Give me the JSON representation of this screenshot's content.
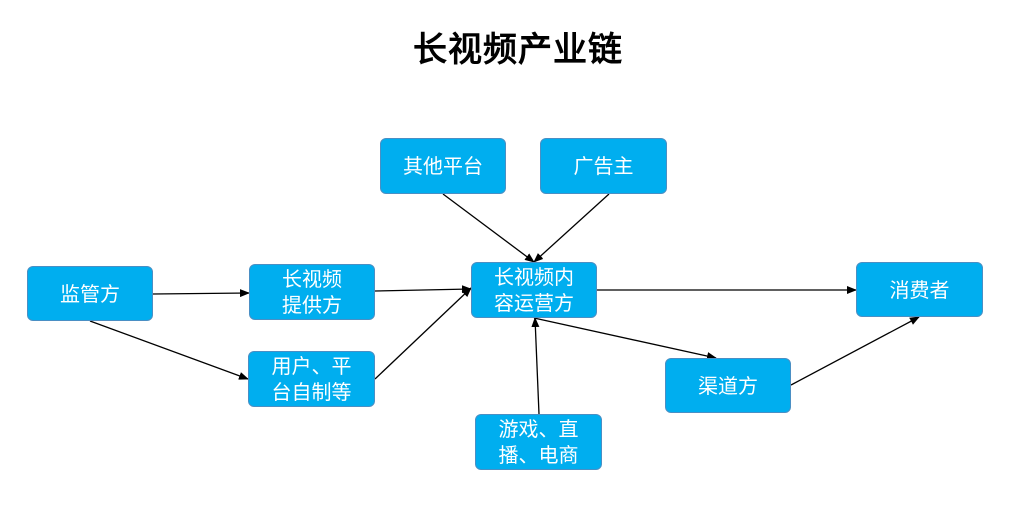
{
  "title": "长视频产业链",
  "colors": {
    "node_fill": "#00aeef",
    "node_border": "#4a8fc4",
    "node_text": "#ffffff",
    "edge": "#000000",
    "title_text": "#000000"
  },
  "nodes": {
    "qita": {
      "lines": [
        "其他平台"
      ]
    },
    "guanggao": {
      "lines": [
        "广告主"
      ]
    },
    "jianguan": {
      "lines": [
        "监管方"
      ]
    },
    "tigong": {
      "lines": [
        "长视频",
        "提供方"
      ]
    },
    "yunying": {
      "lines": [
        "长视频内",
        "容运营方"
      ]
    },
    "xiaofei": {
      "lines": [
        "消费者"
      ]
    },
    "yonghu": {
      "lines": [
        "用户、平",
        "台自制等"
      ]
    },
    "qudao": {
      "lines": [
        "渠道方"
      ]
    },
    "youxi": {
      "lines": [
        "游戏、直",
        "播、电商"
      ]
    }
  },
  "edges": [
    {
      "from": "jianguan",
      "to": "tigong"
    },
    {
      "from": "jianguan",
      "to": "yonghu"
    },
    {
      "from": "tigong",
      "to": "yunying"
    },
    {
      "from": "yonghu",
      "to": "yunying"
    },
    {
      "from": "qita",
      "to": "yunying"
    },
    {
      "from": "guanggao",
      "to": "yunying"
    },
    {
      "from": "youxi",
      "to": "yunying"
    },
    {
      "from": "yunying",
      "to": "xiaofei"
    },
    {
      "from": "yunying",
      "to": "qudao"
    },
    {
      "from": "qudao",
      "to": "xiaofei"
    }
  ]
}
